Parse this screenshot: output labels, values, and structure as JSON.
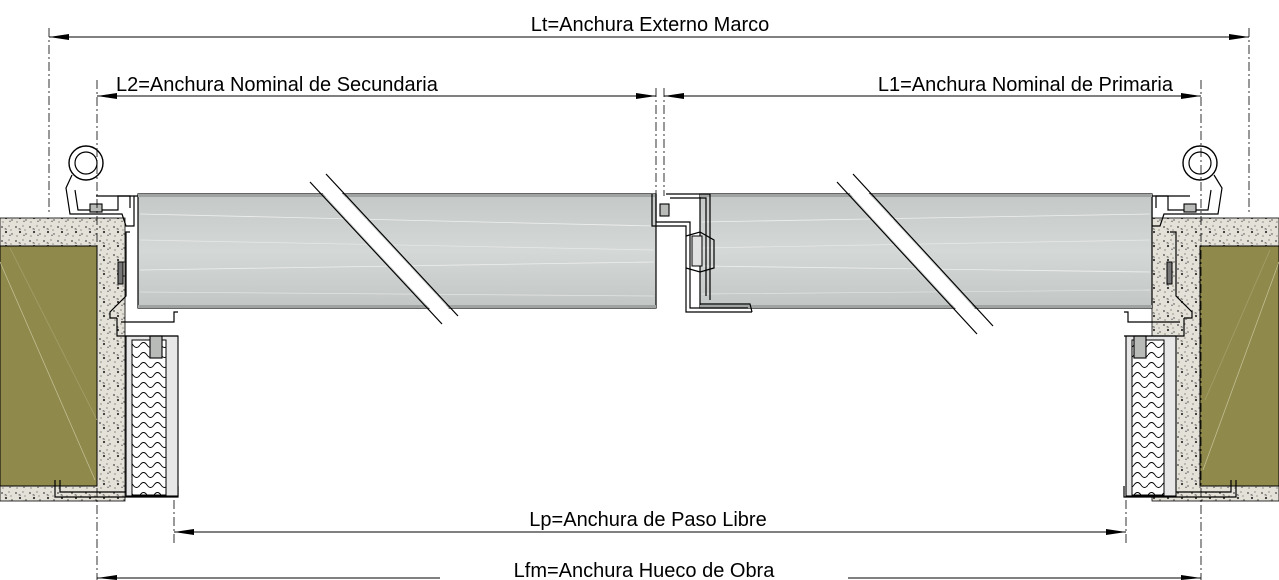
{
  "dimensions": {
    "lt": "Lt=Anchura Externo Marco",
    "l2": "L2=Anchura Nominal de Secundaria",
    "l1": "L1=Anchura Nominal de Primaria",
    "lp": "Lp=Anchura de Paso Libre",
    "lfm": "Lfm=Anchura Hueco de Obra"
  },
  "colors": {
    "wall": "#8f8a4c",
    "concrete": "#e4e1d8",
    "leaf": "#cdd1cf",
    "leaf_edge": "#9fa3a1",
    "insulation": "#ffffff",
    "steel": "#e6e7e6"
  }
}
